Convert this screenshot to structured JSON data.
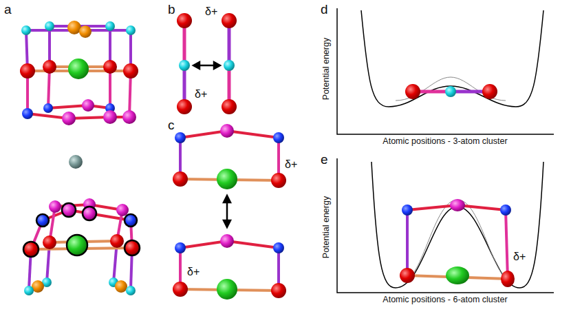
{
  "diagram": {
    "labels": [
      "a",
      "b",
      "δ+",
      "δ+",
      "c",
      "δ+",
      "δ+",
      "d",
      "Potential energy",
      "Atomic positions - 3-atom cluster",
      "e",
      "Potential energy",
      "δ+",
      "Atomic positions - 6-atom cluster"
    ]
  }
}
